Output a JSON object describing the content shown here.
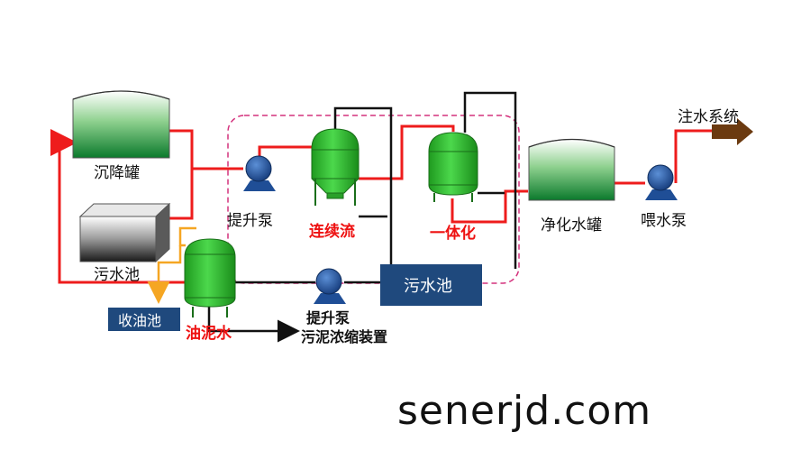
{
  "colors": {
    "pipe_red": "#ee1c1c",
    "pipe_black": "#111111",
    "pipe_orange": "#f5a623",
    "tank_green": "#22aa22",
    "pump_blue": "#1f4e96",
    "label_red": "#ee1111",
    "box_navy": "#1f497d",
    "dashed_border": "#d4327d",
    "arrow_brown": "#6b3a10"
  },
  "labels": {
    "sedimentation_tank": "沉降罐",
    "sewage_pool_left": "污水池",
    "oil_collection_pool": "收油池",
    "lift_pump_top": "提升泵",
    "continuous_flow": "连续流",
    "integrated_unit": "一体化",
    "purified_water_tank": "净化水罐",
    "feed_pump": "喂水泵",
    "water_injection_system": "注水系统",
    "sewage_pool_right": "污水池",
    "oil_sludge_water": "油泥水",
    "lift_pump_bottom": "提升泵",
    "sludge_thickening_device": "污泥浓缩装置"
  },
  "watermark": "senerjd.com"
}
